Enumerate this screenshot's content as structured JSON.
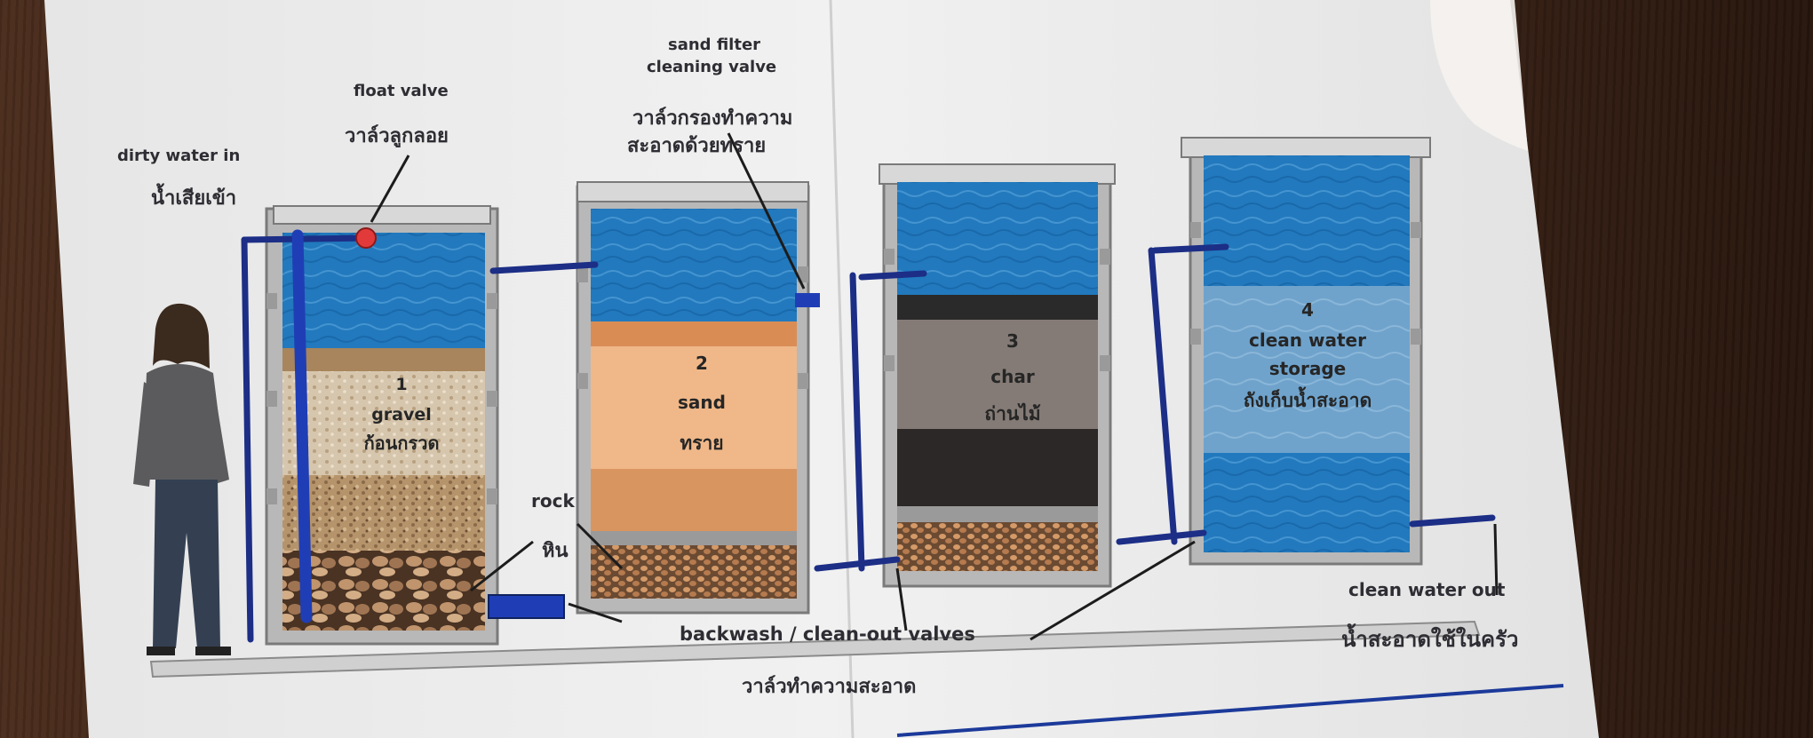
{
  "labels": {
    "dirty_in_en": "dirty water in",
    "dirty_in_th": "น้ำเสียเข้า",
    "float_valve_en": "float valve",
    "float_valve_th": "วาล์วลูกลอย",
    "sand_filter_valve_en_1": "sand filter",
    "sand_filter_valve_en_2": "cleaning valve",
    "sand_filter_valve_th_1": "วาล์วกรองทำความ",
    "sand_filter_valve_th_2": "สะอาดด้วยทราย",
    "rock_en": "rock",
    "rock_th": "หิน",
    "backwash_en": "backwash / clean-out valves",
    "backwash_th": "วาล์วทำความสะอาด",
    "clean_out_en": "clean water out",
    "clean_out_th": "น้ำสะอาดใช้ในครัว"
  },
  "tanks": [
    {
      "num": "1",
      "en": "gravel",
      "th": "ก้อนกรวด"
    },
    {
      "num": "2",
      "en": "sand",
      "th": "ทราย"
    },
    {
      "num": "3",
      "en": "char",
      "th": "ถ่านไม้"
    },
    {
      "num": "4",
      "en": "clean water",
      "en2": "storage",
      "th": "ถังเก็บน้ำสะอาด"
    }
  ],
  "colors": {
    "water": "#1f74b8",
    "pipe": "#1c2e86",
    "gravel": "#b89a72",
    "sand": "#e3a878",
    "char": "#7e7672",
    "charcoal": "#2b2a2a",
    "rocks": "#9a6a4a",
    "card": "#ebebeb"
  }
}
